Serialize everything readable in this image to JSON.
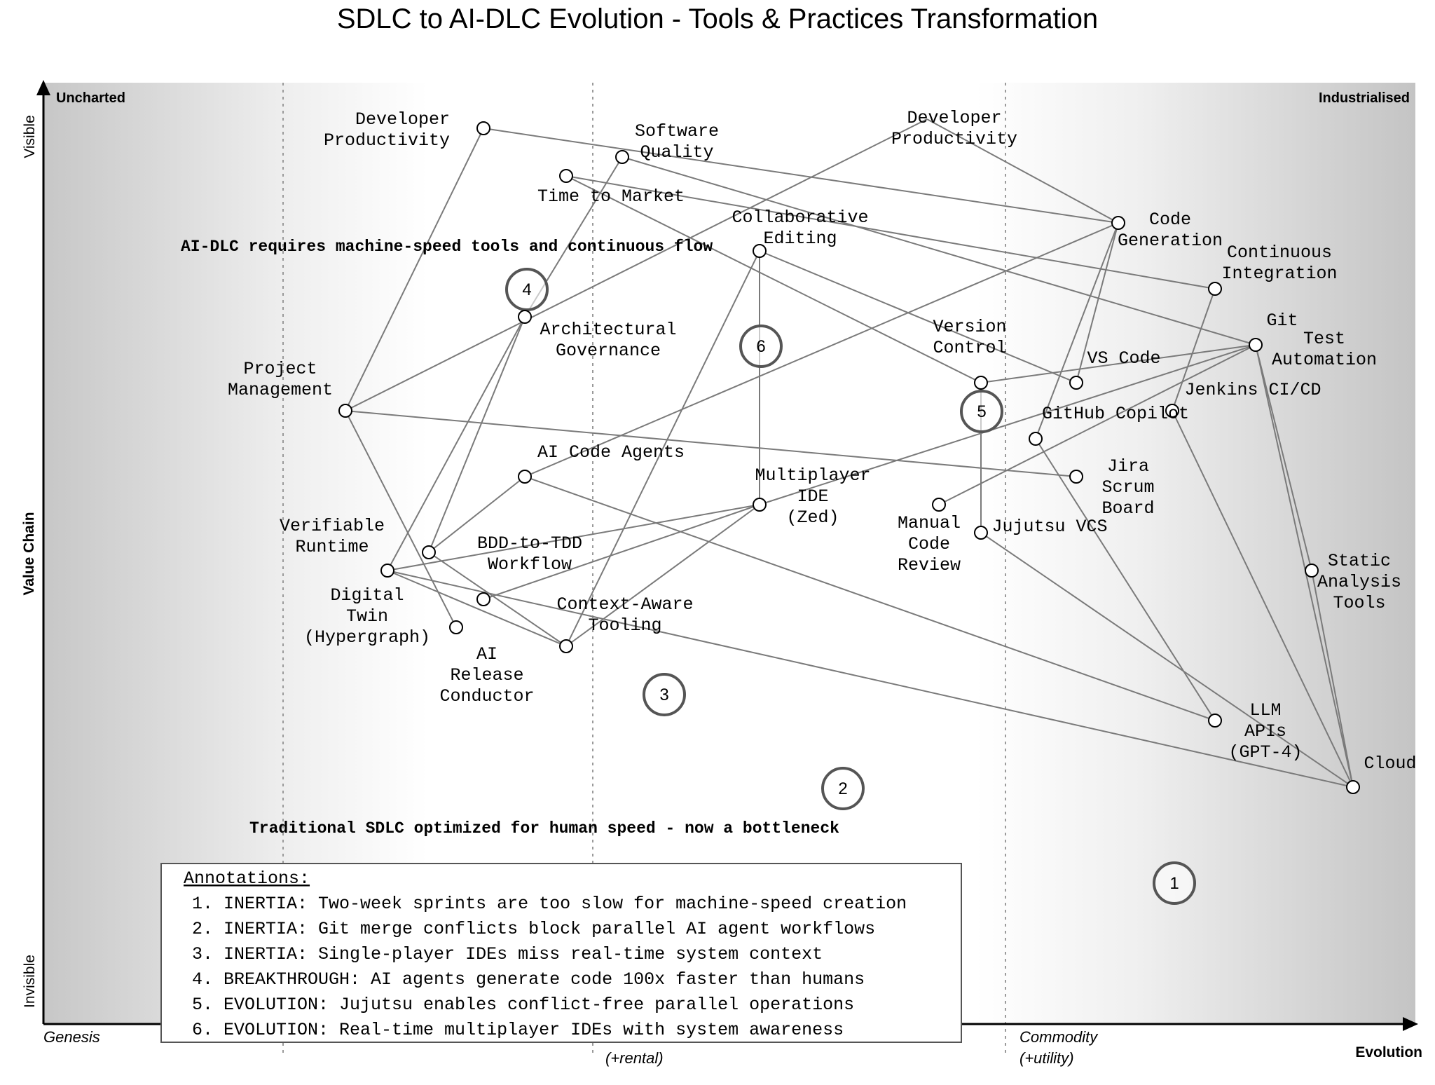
{
  "title": "SDLC to AI-DLC Evolution - Tools & Practices Transformation",
  "axes": {
    "y_title": "Value Chain",
    "y_top": "Visible",
    "y_bottom": "Invisible",
    "x_title": "Evolution",
    "corner_left": "Uncharted",
    "corner_right": "Industrialised",
    "stages": [
      {
        "lines": [
          "Genesis"
        ]
      },
      {
        "lines": [
          ""
        ]
      },
      {
        "lines": [
          "",
          "(+rental)"
        ]
      },
      {
        "lines": [
          "Commodity",
          "(+utility)"
        ]
      }
    ]
  },
  "components": [
    {
      "id": "devprod1",
      "name": "Developer Productivity",
      "lines": [
        "Developer",
        "Productivity"
      ]
    },
    {
      "id": "softqual",
      "name": "Software Quality",
      "lines": [
        "Software",
        "Quality"
      ]
    },
    {
      "id": "ttm",
      "name": "Time to Market",
      "lines": [
        "Time to Market"
      ]
    },
    {
      "id": "devprod2",
      "name": "Developer Productivity",
      "lines": [
        "Developer",
        "Productivity"
      ]
    },
    {
      "id": "codegen",
      "name": "Code Generation",
      "lines": [
        "Code",
        "Generation"
      ]
    },
    {
      "id": "collab",
      "name": "Collaborative Editing",
      "lines": [
        "Collaborative",
        "Editing"
      ]
    },
    {
      "id": "ci",
      "name": "Continuous Integration",
      "lines": [
        "Continuous",
        "Integration"
      ]
    },
    {
      "id": "git",
      "name": "Git",
      "lines": [
        "Git"
      ]
    },
    {
      "id": "testauto",
      "name": "Test Automation",
      "lines": [
        "Test",
        "Automation"
      ]
    },
    {
      "id": "archgov",
      "name": "Architectural Governance",
      "lines": [
        "Architectural",
        "Governance"
      ]
    },
    {
      "id": "vc",
      "name": "Version Control",
      "lines": [
        "Version",
        "Control"
      ]
    },
    {
      "id": "vscode",
      "name": "VS Code",
      "lines": [
        "VS Code"
      ]
    },
    {
      "id": "jenkins",
      "name": "Jenkins CI/CD",
      "lines": [
        "Jenkins CI/CD"
      ]
    },
    {
      "id": "pm",
      "name": "Project Management",
      "lines": [
        "Project",
        "Management"
      ]
    },
    {
      "id": "copilot",
      "name": "GitHub Copilot",
      "lines": [
        "GitHub Copilot"
      ]
    },
    {
      "id": "agents",
      "name": "AI Code Agents",
      "lines": [
        "AI Code Agents"
      ]
    },
    {
      "id": "jira",
      "name": "Jira Scrum Board",
      "lines": [
        "Jira",
        "Scrum",
        "Board"
      ]
    },
    {
      "id": "mide",
      "name": "Multiplayer IDE (Zed)",
      "lines": [
        "Multiplayer",
        "IDE",
        "(Zed)"
      ]
    },
    {
      "id": "mcr",
      "name": "Manual Code Review",
      "lines": [
        "Manual",
        "Code",
        "Review"
      ]
    },
    {
      "id": "jj",
      "name": "Jujutsu VCS",
      "lines": [
        "Jujutsu VCS"
      ]
    },
    {
      "id": "bdd",
      "name": "BDD-to-TDD Workflow",
      "lines": [
        "BDD-to-TDD",
        "Workflow"
      ]
    },
    {
      "id": "vr",
      "name": "Verifiable Runtime",
      "lines": [
        "Verifiable",
        "Runtime"
      ]
    },
    {
      "id": "sat",
      "name": "Static Analysis Tools",
      "lines": [
        "Static",
        "Analysis",
        "Tools"
      ]
    },
    {
      "id": "dt",
      "name": "Digital Twin (Hypergraph)",
      "lines": [
        "Digital",
        "Twin",
        "(Hypergraph)"
      ]
    },
    {
      "id": "cat",
      "name": "Context-Aware Tooling",
      "lines": [
        "Context-Aware",
        "Tooling"
      ]
    },
    {
      "id": "arc",
      "name": "AI Release Conductor",
      "lines": [
        "AI",
        "Release",
        "Conductor"
      ]
    },
    {
      "id": "llm",
      "name": "LLM APIs (GPT-4)",
      "lines": [
        "LLM",
        "APIs",
        "(GPT-4)"
      ]
    },
    {
      "id": "cloud",
      "name": "Cloud",
      "lines": [
        "Cloud"
      ]
    }
  ],
  "links": [
    [
      "devprod1",
      "codegen"
    ],
    [
      "devprod1",
      "pm"
    ],
    [
      "softqual",
      "archgov"
    ],
    [
      "softqual",
      "git"
    ],
    [
      "ttm",
      "vc"
    ],
    [
      "ttm",
      "ci"
    ],
    [
      "devprod2",
      "pm"
    ],
    [
      "devprod2",
      "codegen"
    ],
    [
      "codegen",
      "copilot"
    ],
    [
      "codegen",
      "vscode"
    ],
    [
      "codegen",
      "agents"
    ],
    [
      "collab",
      "vscode"
    ],
    [
      "collab",
      "mide"
    ],
    [
      "collab",
      "cat"
    ],
    [
      "ci",
      "jenkins"
    ],
    [
      "git",
      "vc"
    ],
    [
      "git",
      "mcr"
    ],
    [
      "git",
      "mide"
    ],
    [
      "git",
      "sat"
    ],
    [
      "git",
      "cloud"
    ],
    [
      "archgov",
      "vr"
    ],
    [
      "archgov",
      "bdd"
    ],
    [
      "vc",
      "jj"
    ],
    [
      "jenkins",
      "cloud"
    ],
    [
      "pm",
      "jira"
    ],
    [
      "pm",
      "arc"
    ],
    [
      "copilot",
      "llm"
    ],
    [
      "agents",
      "bdd"
    ],
    [
      "agents",
      "llm"
    ],
    [
      "mide",
      "vr"
    ],
    [
      "mide",
      "dt"
    ],
    [
      "mide",
      "cat"
    ],
    [
      "jj",
      "cloud"
    ],
    [
      "bdd",
      "cat"
    ],
    [
      "vr",
      "cloud"
    ],
    [
      "vr",
      "cat"
    ],
    [
      "sat",
      "cloud"
    ]
  ],
  "notes": [
    "AI-DLC requires machine-speed tools and continuous flow",
    "Traditional SDLC optimized for human speed - now a bottleneck"
  ],
  "annotation_markers": [
    "1",
    "2",
    "3",
    "4",
    "5",
    "6"
  ],
  "annotations": {
    "heading": "Annotations:",
    "items": [
      "1. INERTIA: Two-week sprints are too slow for machine-speed creation",
      "2. INERTIA: Git merge conflicts block parallel AI agent workflows",
      "3. INERTIA: Single-player IDEs miss real-time system context",
      "4. BREAKTHROUGH: AI agents generate code 100x faster than humans",
      "5. EVOLUTION: Jujutsu enables conflict-free parallel operations",
      "6. EVOLUTION: Real-time multiplayer IDEs with system awareness"
    ]
  }
}
